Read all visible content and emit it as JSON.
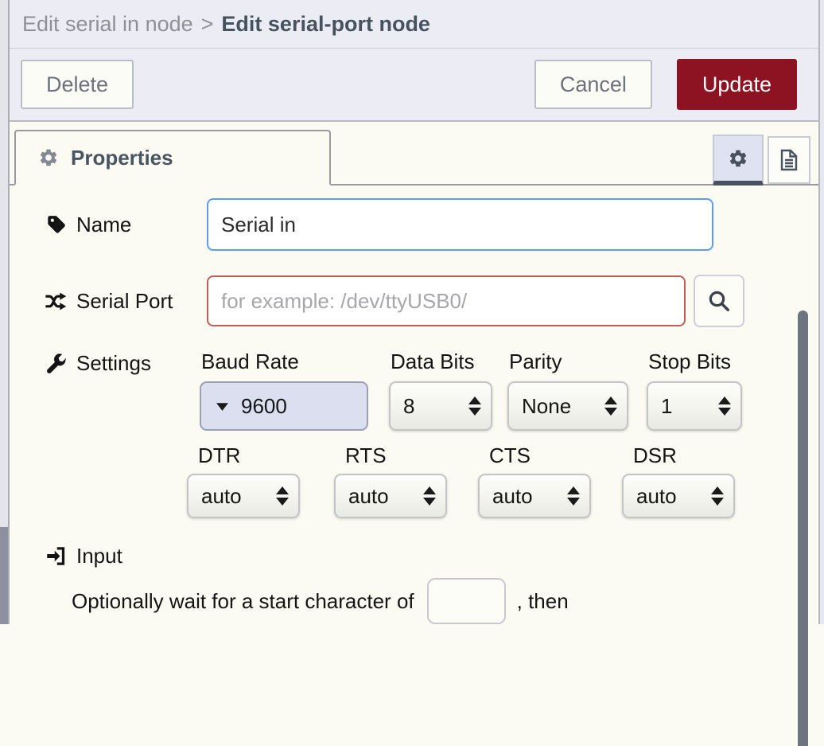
{
  "breadcrumb": {
    "parent": "Edit serial in node",
    "separator": ">",
    "current": "Edit serial-port node"
  },
  "toolbar": {
    "delete_label": "Delete",
    "cancel_label": "Cancel",
    "update_label": "Update"
  },
  "tabs": {
    "properties_label": "Properties"
  },
  "form": {
    "name": {
      "label": "Name",
      "value": "Serial in"
    },
    "serial_port": {
      "label": "Serial Port",
      "placeholder": "for example: /dev/ttyUSB0/"
    },
    "settings": {
      "label": "Settings",
      "baud_rate": {
        "label": "Baud Rate",
        "value": "9600"
      },
      "data_bits": {
        "label": "Data Bits",
        "value": "8"
      },
      "parity": {
        "label": "Parity",
        "value": "None"
      },
      "stop_bits": {
        "label": "Stop Bits",
        "value": "1"
      },
      "dtr": {
        "label": "DTR",
        "value": "auto"
      },
      "rts": {
        "label": "RTS",
        "value": "auto"
      },
      "cts": {
        "label": "CTS",
        "value": "auto"
      },
      "dsr": {
        "label": "DSR",
        "value": "auto"
      }
    },
    "input_section": {
      "label": "Input",
      "wait_text": "Optionally wait for a start character of",
      "wait_value": "",
      "after_text": ", then"
    }
  },
  "icons": {
    "tab_icon": "gear-icon",
    "properties_button_icon": "gear-icon",
    "description_button_icon": "file-text-icon",
    "name_icon": "tag-icon",
    "serial_port_icon": "random-icon",
    "settings_icon": "wrench-icon",
    "input_icon": "sign-in-icon",
    "search_icon": "search-icon",
    "baud_icon": "caret-down-icon",
    "select_icon": "up-down-arrows-icon"
  },
  "colors": {
    "header_bg": "#ecedf4",
    "body_bg": "#fbfbf3",
    "update_red": "#8e1322",
    "focus_blue": "#5b9cf9",
    "error_red": "#bf5f58",
    "baud_lavender": "#dbdff0",
    "active_icon_bg": "#dfe2f0"
  }
}
